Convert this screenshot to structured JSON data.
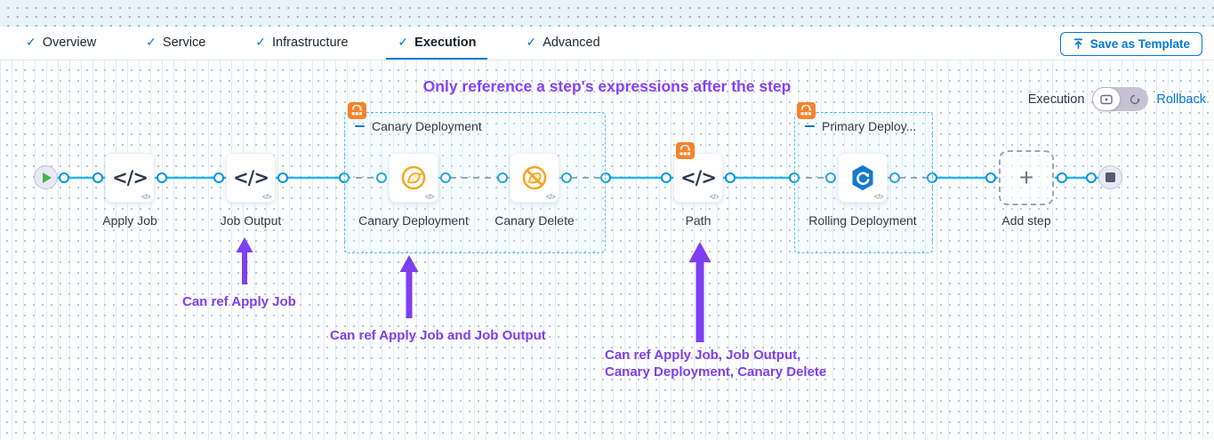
{
  "tabs": [
    {
      "label": "Overview",
      "checked": true,
      "active": false
    },
    {
      "label": "Service",
      "checked": true,
      "active": false
    },
    {
      "label": "Infrastructure",
      "checked": true,
      "active": false
    },
    {
      "label": "Execution",
      "checked": true,
      "active": true
    },
    {
      "label": "Advanced",
      "checked": true,
      "active": false
    }
  ],
  "toolbar": {
    "save_as_template_label": "Save as Template"
  },
  "canvas": {
    "annotation_title": "Only reference a step's expressions after the step",
    "mode_switch": {
      "label": "Execution",
      "link_label": "Rollback",
      "options": [
        "execution-view",
        "rollback-view"
      ],
      "selected": "execution-view"
    },
    "groups": [
      {
        "name": "Canary Deployment"
      },
      {
        "name": "Primary Deploy..."
      }
    ],
    "steps": [
      {
        "label": "Apply Job",
        "icon": "code-icon"
      },
      {
        "label": "Job Output",
        "icon": "code-icon"
      },
      {
        "label": "Canary Deployment",
        "icon": "canary-icon"
      },
      {
        "label": "Canary Delete",
        "icon": "canary-delete-icon"
      },
      {
        "label": "Path",
        "icon": "code-icon"
      },
      {
        "label": "Rolling Deployment",
        "icon": "rolling-icon"
      }
    ],
    "add_step_label": "Add step",
    "annotations": [
      {
        "text": "Can ref Apply Job"
      },
      {
        "text": "Can ref Apply Job and Job Output"
      },
      {
        "text": "Can ref Apply Job, Job Output,\nCanary Deployment, Canary Delete"
      }
    ]
  },
  "colors": {
    "accent_blue": "#0278d5",
    "edge_blue": "#2bb3f0",
    "dashed_edge_gray": "#8d98a4",
    "group_border_blue": "#4ec3f2",
    "annotation_purple": "#7d3ff2",
    "badge_orange": "#f8822a",
    "canary_orange": "#f5a623",
    "rolling_blue": "#1478d2"
  }
}
